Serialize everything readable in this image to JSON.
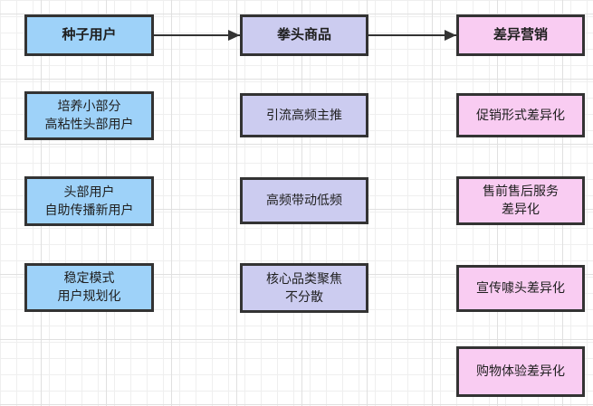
{
  "diagram": {
    "title_implied": "",
    "border_color": "#333333",
    "arrow_color": "#333333",
    "columns": [
      {
        "id": "seed-users",
        "header": "种子用户",
        "fill": "#9ED2F9",
        "items": [
          "培养小部分\n高粘性头部用户",
          "头部用户\n自助传播新用户",
          "稳定模式\n用户规划化"
        ]
      },
      {
        "id": "flagship-products",
        "header": "拳头商品",
        "fill": "#CCCCF0",
        "items": [
          "引流高频主推",
          "高频带动低频",
          "核心品类聚焦\n不分散"
        ]
      },
      {
        "id": "differentiated-marketing",
        "header": "差异营销",
        "fill": "#F9CCF2",
        "items": [
          "促销形式差异化",
          "售前售后服务\n差异化",
          "宣传噱头差异化",
          "购物体验差异化"
        ]
      }
    ],
    "connections": [
      {
        "from": "种子用户",
        "to": "拳头商品"
      },
      {
        "from": "拳头商品",
        "to": "差异营销"
      }
    ]
  }
}
